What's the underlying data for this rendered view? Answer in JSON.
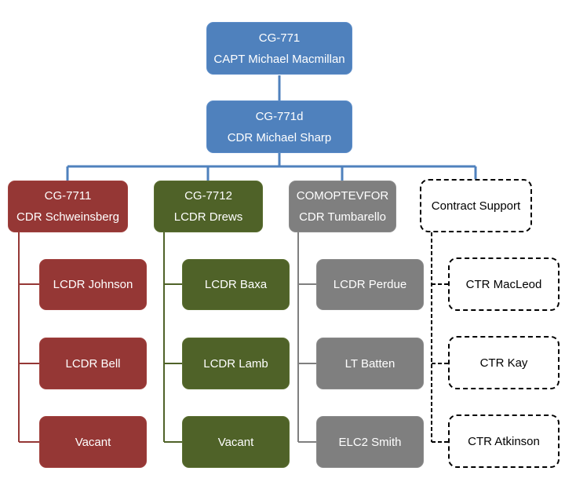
{
  "org_chart": {
    "top": {
      "code": "CG-771",
      "name": "CAPT Michael Macmillan"
    },
    "deputy": {
      "code": "CG-771d",
      "name": "CDR Michael Sharp"
    },
    "divisions": [
      {
        "code": "CG-7711",
        "name": "CDR Schweinsberg",
        "members": [
          "LCDR Johnson",
          "LCDR Bell",
          "Vacant"
        ]
      },
      {
        "code": "CG-7712",
        "name": "LCDR Drews",
        "members": [
          "LCDR Baxa",
          "LCDR Lamb",
          "Vacant"
        ]
      },
      {
        "code": "COMOPTEVFOR",
        "name": "CDR Tumbarello",
        "members": [
          "LCDR Perdue",
          "LT Batten",
          "ELC2 Smith"
        ]
      },
      {
        "name": "Contract Support",
        "members": [
          "CTR MacLeod",
          "CTR Kay",
          "CTR Atkinson"
        ]
      }
    ]
  },
  "colors": {
    "command": "#4f81bd",
    "cg7711": "#953735",
    "cg7712": "#4f6228",
    "comoptevfor": "#7f7f7f",
    "connector": "#4f81bd",
    "contract_border": "#000000"
  }
}
